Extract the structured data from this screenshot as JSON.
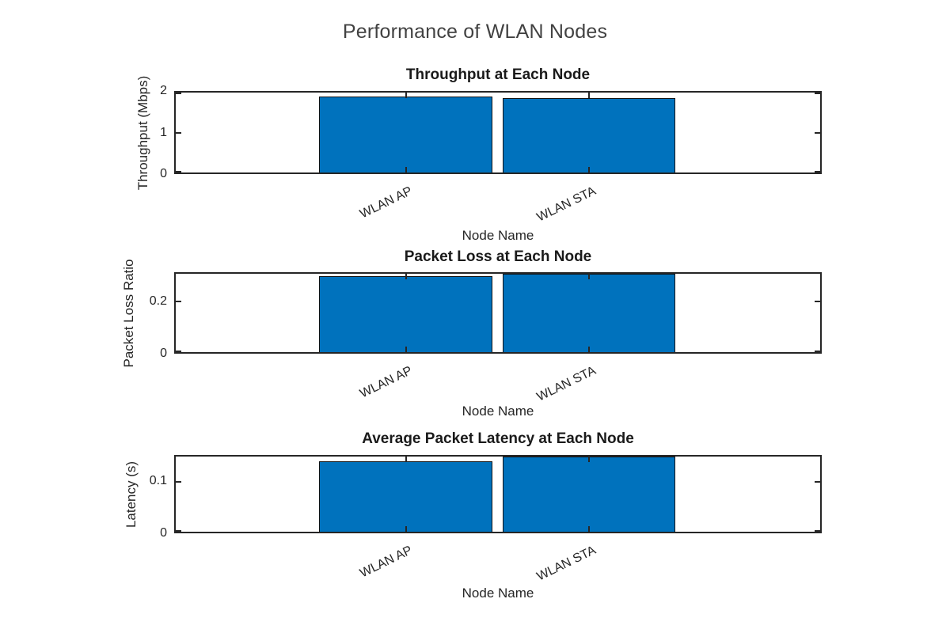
{
  "figure": {
    "title": "Performance of WLAN Nodes"
  },
  "chart_data": [
    {
      "type": "bar",
      "title": "Throughput at Each Node",
      "xlabel": "Node Name",
      "ylabel": "Throughput (Mbps)",
      "categories": [
        "WLAN AP",
        "WLAN STA"
      ],
      "values": [
        1.9,
        1.86
      ],
      "ylim": [
        0,
        2
      ],
      "yticks": [
        0,
        1,
        2
      ],
      "grid": false,
      "legend_position": "none"
    },
    {
      "type": "bar",
      "title": "Packet Loss at Each Node",
      "xlabel": "Node Name",
      "ylabel": "Packet Loss Ratio",
      "categories": [
        "WLAN AP",
        "WLAN STA"
      ],
      "values": [
        0.3,
        0.31
      ],
      "ylim": [
        0,
        0.31
      ],
      "yticks": [
        0,
        0.2
      ],
      "grid": false,
      "legend_position": "none"
    },
    {
      "type": "bar",
      "title": "Average Packet Latency at Each Node",
      "xlabel": "Node Name",
      "ylabel": "Latency (s)",
      "categories": [
        "WLAN AP",
        "WLAN STA"
      ],
      "values": [
        0.141,
        0.15
      ],
      "ylim": [
        0,
        0.15
      ],
      "yticks": [
        0,
        0.1
      ],
      "grid": false,
      "legend_position": "none"
    }
  ],
  "colors": {
    "bar_fill": "#0072BD",
    "bar_edge": "#121212",
    "axis_line": "#262626",
    "tick_text": "#262626",
    "figure_title": "#424242"
  }
}
